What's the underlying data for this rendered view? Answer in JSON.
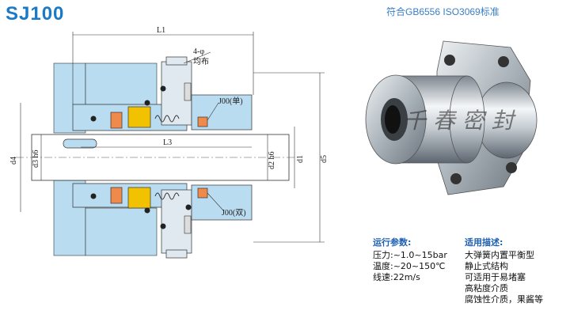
{
  "title": "SJ100",
  "standard": "符合GB6556 ISO3069标准",
  "dimensions": {
    "l1": "L1",
    "l3": "L3",
    "holes_line1": "4-φ",
    "holes_line2": "均布",
    "j_single": "J00(单)",
    "j_double": "J00(双)",
    "d4": "d4",
    "d3h6": "d3 h6",
    "d2h6": "d2 h6",
    "d1": "d1",
    "d5": "d5"
  },
  "watermark": "千 春 密 封",
  "params": {
    "heading": "运行参数:",
    "lines": [
      "压力:~1.0~15bar",
      "温度:~20~150℃",
      "线速:22m/s"
    ]
  },
  "application": {
    "heading": "适用描述:",
    "lines": [
      "大弹簧内置平衡型",
      "静止式结构",
      "可适用于易堵塞",
      "高粘度介质",
      "腐蚀性介质，果酱等"
    ]
  },
  "colors": {
    "title": "#1a7ac8",
    "standard": "#3a7ec6",
    "housing": "#b9dcf0",
    "seal_yellow": "#f2c200",
    "seal_orange": "#f08a4b",
    "heading_blue": "#1b5fb3"
  }
}
